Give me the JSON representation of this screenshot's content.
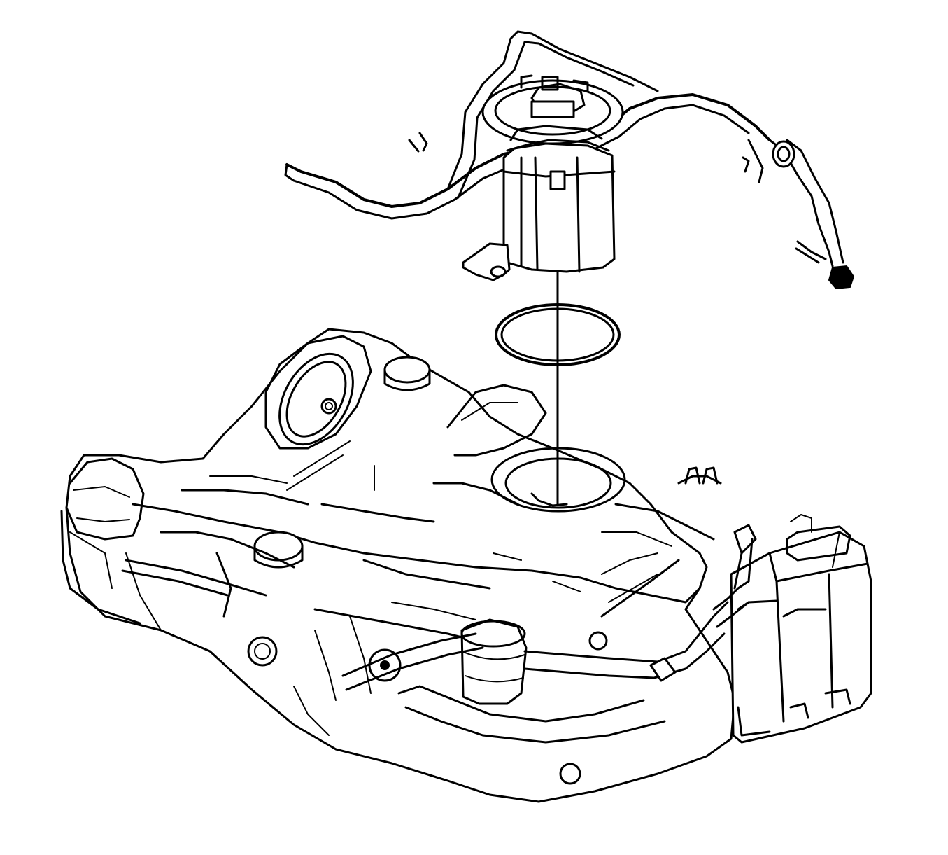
{
  "figure": {
    "kind": "exploded-view line drawing",
    "components": [
      {
        "id": "fuel-pump-module",
        "icon": "fuel-pump-module-icon"
      },
      {
        "id": "fuel-pump-seal-ring",
        "icon": "seal-ring-icon"
      },
      {
        "id": "fuel-tank",
        "icon": "fuel-tank-icon"
      },
      {
        "id": "fuel-and-vapor-lines",
        "icon": "fuel-line-icon"
      },
      {
        "id": "evap-canister",
        "icon": "evap-canister-icon"
      },
      {
        "id": "fuel-filter",
        "icon": "fuel-filter-icon"
      }
    ],
    "colors": {
      "line": "#000000",
      "background": "#ffffff"
    }
  }
}
